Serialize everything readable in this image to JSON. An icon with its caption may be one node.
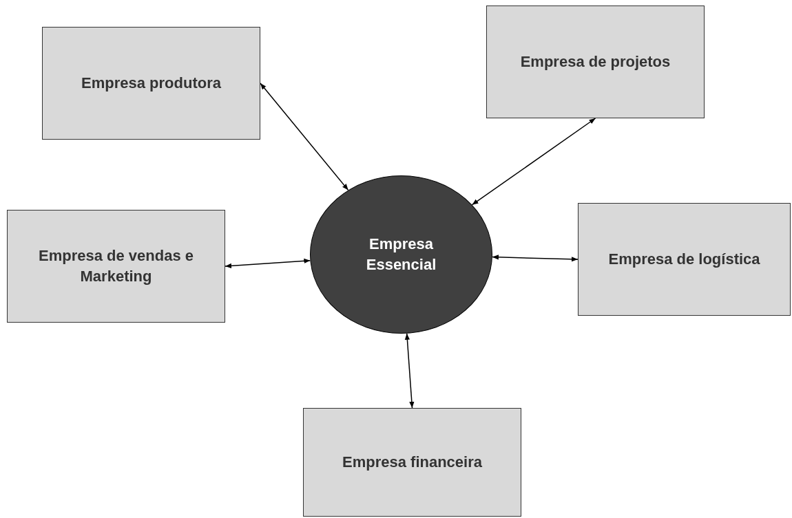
{
  "diagram": {
    "nodes": [
      {
        "text": [
          "Empresa produtora"
        ]
      },
      {
        "text": [
          "Empresa de projetos"
        ]
      },
      {
        "text": [
          "Empresa de vendas e Marketing"
        ]
      },
      {
        "text": [
          "Empresa Essencial"
        ]
      },
      {
        "text": [
          "Empresa de logística"
        ]
      },
      {
        "text": [
          "Empresa financeira"
        ]
      }
    ],
    "edges": [
      {
        "from": 3,
        "to": 0,
        "arrow": "both"
      },
      {
        "from": 3,
        "to": 1,
        "arrow": "both"
      },
      {
        "from": 3,
        "to": 2,
        "arrow": "both"
      },
      {
        "from": 3,
        "to": 4,
        "arrow": "both"
      },
      {
        "from": 3,
        "to": 5,
        "arrow": "both"
      }
    ]
  }
}
